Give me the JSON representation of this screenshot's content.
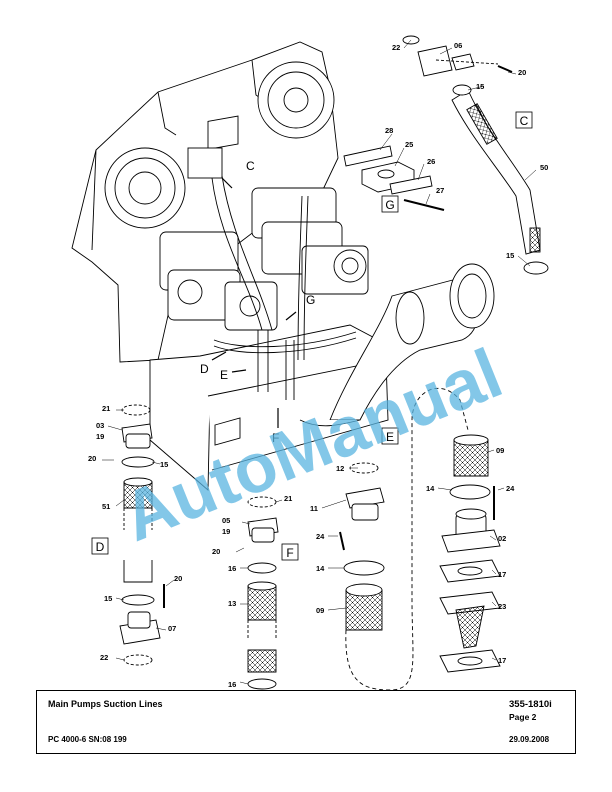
{
  "watermark": "AutoManual",
  "views": {
    "c": "C",
    "d": "D",
    "e": "E",
    "f": "F",
    "g": "G"
  },
  "callouts": {
    "p02": "02",
    "p03": "03",
    "p05": "05",
    "p06": "06",
    "p07": "07",
    "p09": "09",
    "p11": "11",
    "p12": "12",
    "p13": "13",
    "p14": "14",
    "p15": "15",
    "p16": "16",
    "p17": "17",
    "p19": "19",
    "p20": "20",
    "p21": "21",
    "p22": "22",
    "p23": "23",
    "p24": "24",
    "p25": "25",
    "p26": "26",
    "p27": "27",
    "p28": "28",
    "p50": "50",
    "p51": "51"
  },
  "footer": {
    "title": "Main Pumps Suction Lines",
    "doc_number": "355-1810i",
    "page": "Page 2",
    "model": "PC 4000-6 SN:08 199",
    "date": "29.09.2008"
  }
}
